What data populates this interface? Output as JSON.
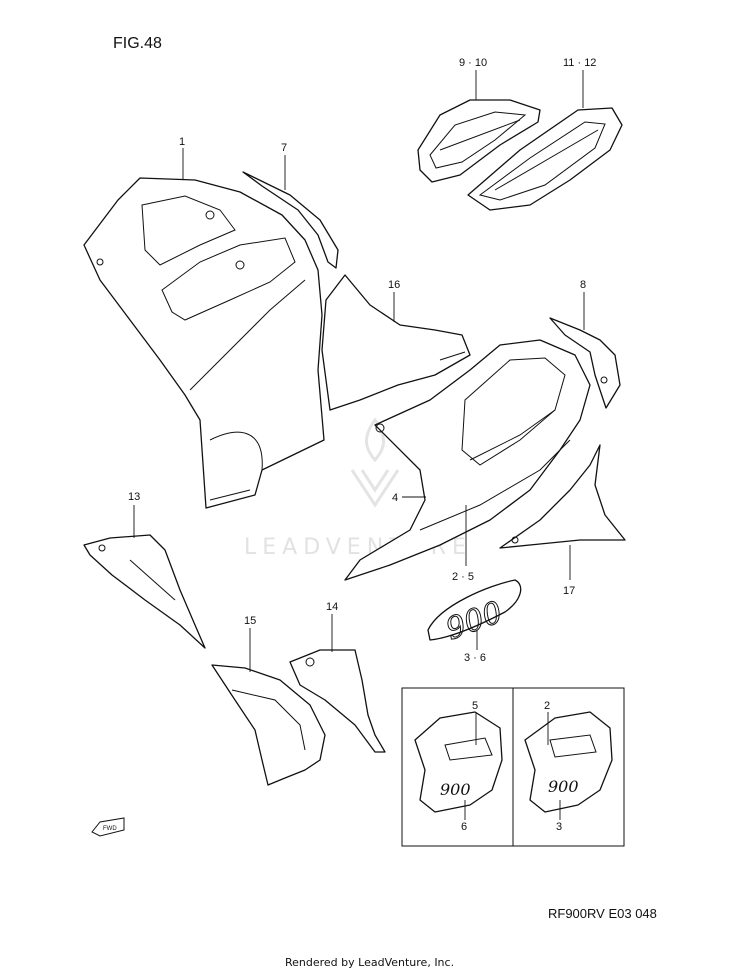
{
  "figure_title": "FIG.48",
  "diagram_code": "RF900RV E03  048",
  "credit": "Rendered by LeadVenture, Inc.",
  "watermark": "LEADVENTURE",
  "fwd_label": "FWD",
  "callouts": {
    "c1": "1",
    "c7": "7",
    "c9_10": "9 · 10",
    "c11_12": "11 · 12",
    "c16": "16",
    "c8": "8",
    "c4": "4",
    "c2_5": "2 · 5",
    "c17": "17",
    "c13": "13",
    "c14": "14",
    "c15": "15",
    "c3_6": "3 · 6",
    "inset_5": "5",
    "inset_6": "6",
    "inset_2": "2",
    "inset_3": "3"
  },
  "emblem_text": "900"
}
